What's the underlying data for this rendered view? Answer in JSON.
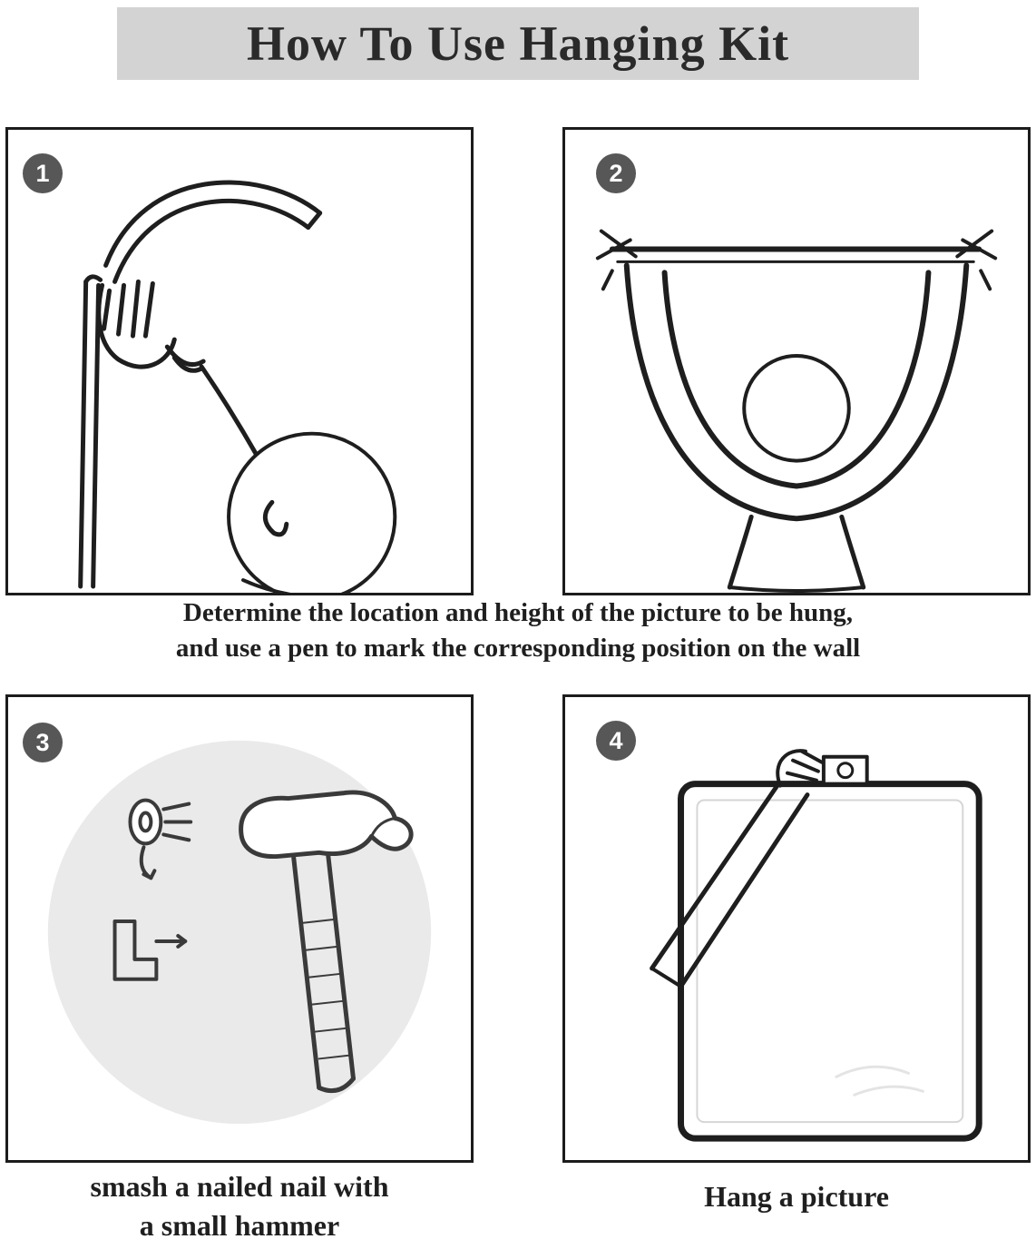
{
  "title": "How To Use Hanging Kit",
  "colors": {
    "title_bar_bg": "#d3d3d3",
    "title_text": "#2a2a2a",
    "badge_bg": "#575757",
    "badge_text": "#ffffff",
    "panel_border": "#1c1c1c",
    "line_art": "#1e1e1e",
    "step3_circle_bg": "#eaeaea"
  },
  "steps": [
    {
      "number": "1",
      "illustration": "mark-wall-with-pen"
    },
    {
      "number": "2",
      "illustration": "hold-picture-to-check-position"
    },
    {
      "number": "3",
      "illustration": "hammer-nail-into-wall"
    },
    {
      "number": "4",
      "illustration": "hang-picture-on-nail"
    }
  ],
  "captions": {
    "steps_1_2_line1": "Determine the location and height of the picture to be hung,",
    "steps_1_2_line2": "and use a pen to mark the corresponding position on the wall",
    "step_3_line1": "smash a nailed nail with",
    "step_3_line2": "a small hammer",
    "step_4": "Hang a picture"
  }
}
